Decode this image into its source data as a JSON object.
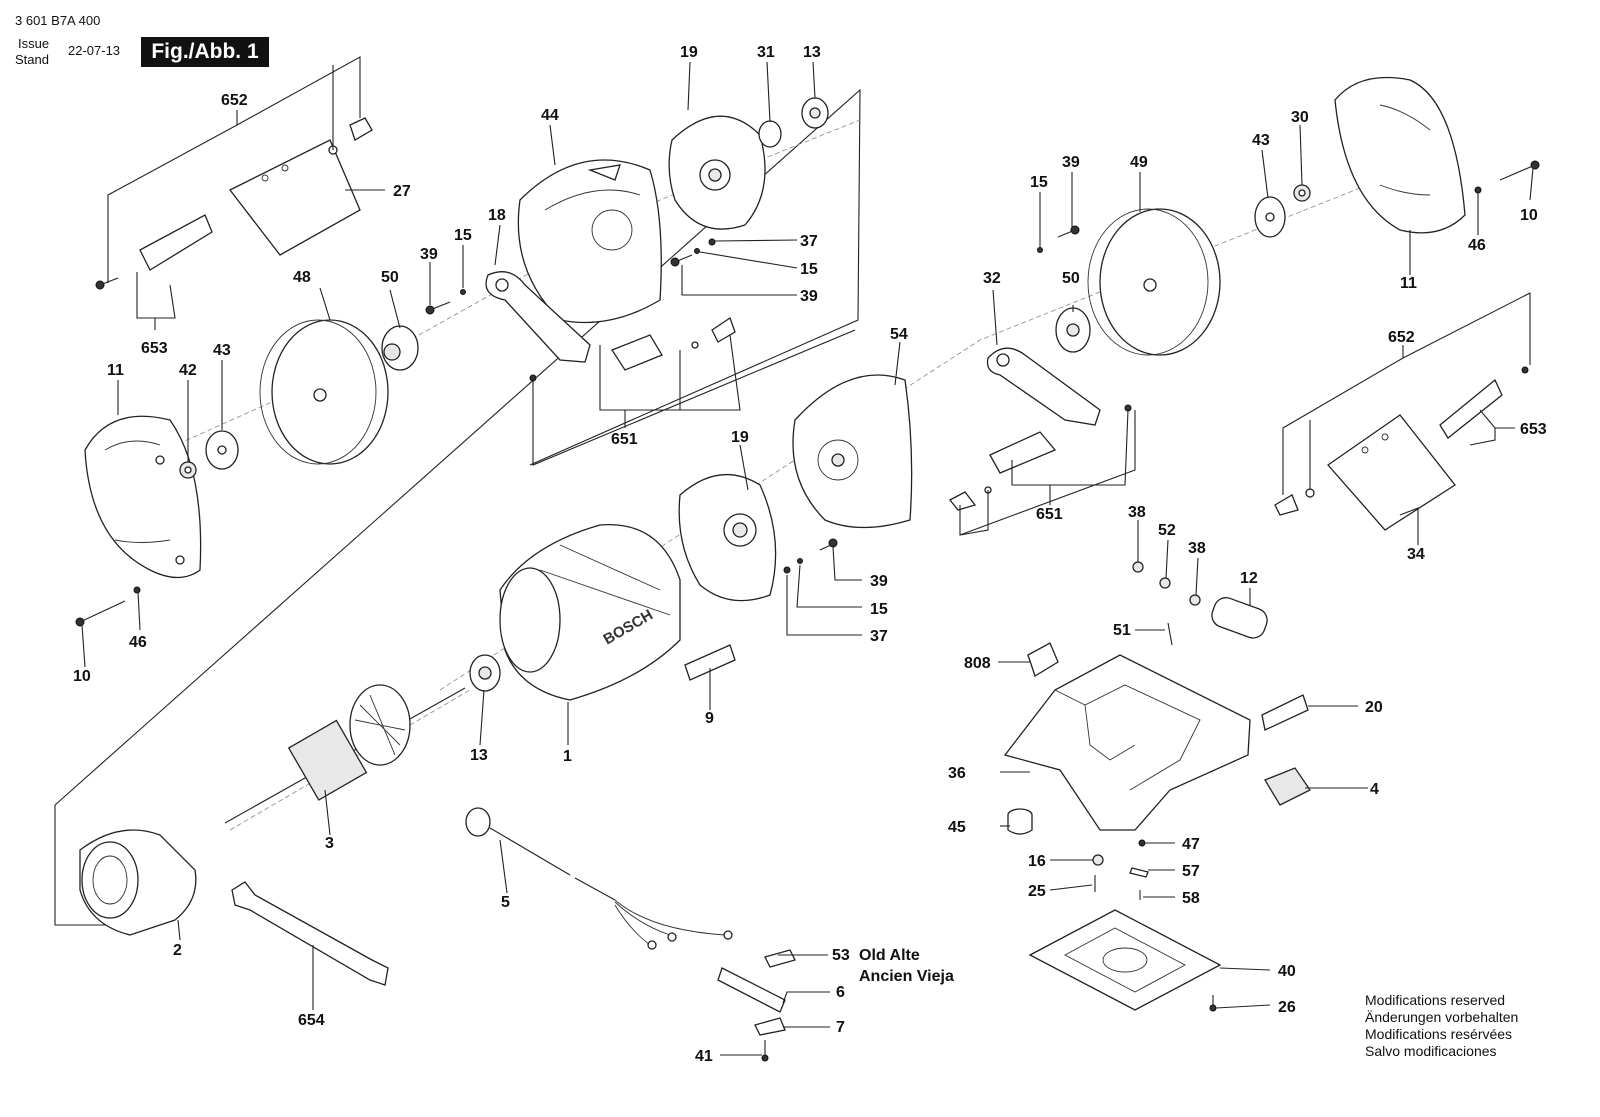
{
  "header": {
    "doc_number": "3 601 B7A 400",
    "issue_label": "Issue",
    "stand_label": "Stand",
    "issue_date": "22-07-13",
    "figure_label": "Fig./Abb. 1"
  },
  "part_labels": [
    "652",
    "27",
    "44",
    "19",
    "31",
    "13",
    "39",
    "15",
    "49",
    "43",
    "30",
    "10",
    "18",
    "37",
    "39",
    "15",
    "48",
    "50",
    "39",
    "15",
    "32",
    "50",
    "11",
    "653",
    "43",
    "42",
    "11",
    "46",
    "54",
    "651",
    "19",
    "652",
    "653",
    "651",
    "34",
    "38",
    "52",
    "38",
    "12",
    "51",
    "39",
    "15",
    "37",
    "10",
    "46",
    "13",
    "9",
    "1",
    "808",
    "20",
    "36",
    "4",
    "45",
    "47",
    "16",
    "57",
    "25",
    "58",
    "3",
    "5",
    "2",
    "654",
    "53",
    "6",
    "7",
    "41",
    "40",
    "26"
  ],
  "notes": {
    "old_line1": "Old Alte",
    "old_line2": "Ancien Vieja"
  },
  "brand_text": "BOSCH",
  "modifications": [
    "Modifications reserved",
    "Änderungen vorbehalten",
    "Modifications resérvées",
    "Salvo modificaciones"
  ]
}
